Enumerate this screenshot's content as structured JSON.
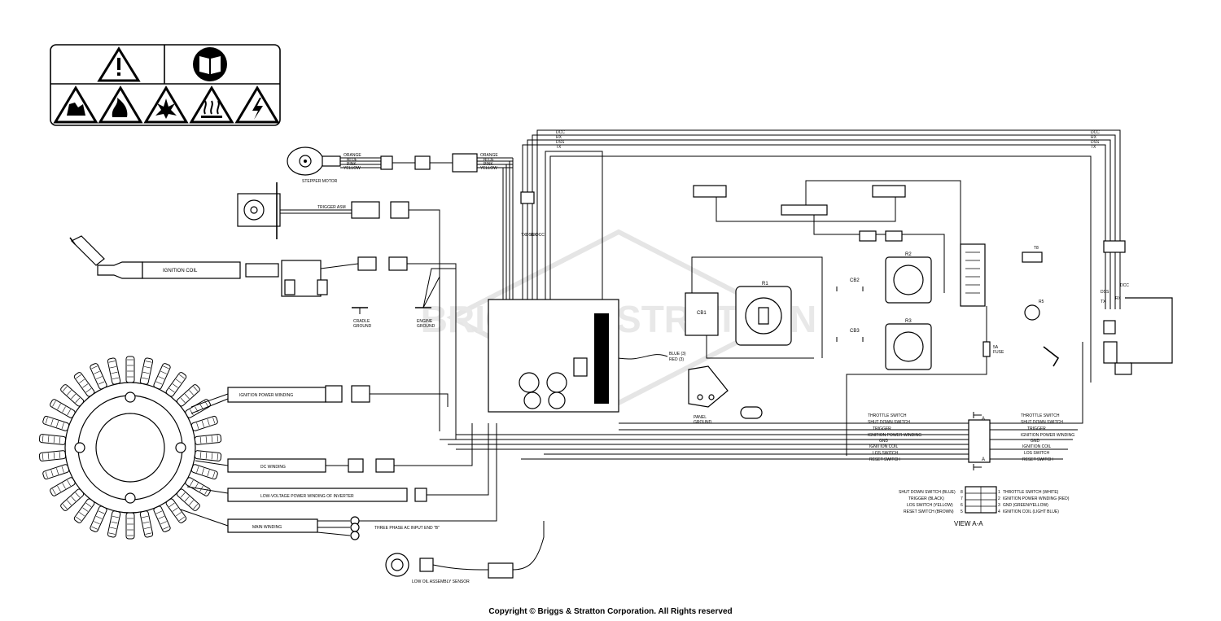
{
  "watermark": "BRIGGS & STRATTON",
  "copyright": "Copyright © Briggs & Stratton Corporation. All Rights reserved",
  "bus_top_left": [
    "DCC",
    "RX",
    "DSS",
    "TX"
  ],
  "bus_top_right": [
    "DCC",
    "RX",
    "DSS",
    "TX"
  ],
  "bus_vertical_left": [
    "TX",
    "DSS",
    "RX",
    "DCC"
  ],
  "bus_vertical_right": [
    "DSS",
    "DCC",
    "TX",
    "RX"
  ],
  "stepper_wires_left": [
    "ORANGE",
    "BLUE",
    "PINK",
    "YELLOW"
  ],
  "stepper_wires_right": [
    "ORANGE",
    "BLUE",
    "PINK",
    "YELLOW"
  ],
  "components": {
    "stepper_motor": "STEPPER MOTOR",
    "trigger_asm": "TRIGGER ASM",
    "ignition_coil": "IGNITION COIL",
    "cradle_ground": [
      "CRADLE",
      "GROUND"
    ],
    "engine_ground": [
      "ENGINE",
      "GROUND"
    ],
    "ignition_power_winding": "IGNITION POWER WINDING",
    "dc_winding": "DC WINDING",
    "low_voltage_winding": "LOW-VOLTAGE POWER WINDING OF INVERTER",
    "main_winding": "MAIN WINDING",
    "three_phase": "THREE PHASE AC INPUT END \"B\"",
    "low_oil_sensor": "LOW OIL ASSEMBLY SENSOR",
    "panel_ground": [
      "PANEL",
      "GROUND"
    ],
    "blue": "BLUE (3)",
    "red": "RED (3)",
    "cb1": "CB1",
    "cb2": "CB2",
    "cb3": "CB3",
    "r1": "R1",
    "r2": "R2",
    "r3": "R3",
    "r5": "R5",
    "t8": "T8",
    "fuse": [
      "5A",
      "FUSE"
    ]
  },
  "switch_labels_left": [
    "THROTTLE SWITCH",
    "SHUT DOWN SWITCH",
    "TRIGGER",
    "IGNITION POWER WINDING",
    "GND",
    "IGNITION COIL",
    "LOS SWITCH",
    "RESET SWITCH"
  ],
  "switch_labels_right": [
    "THROTTLE SWITCH",
    "SHUT DOWN SWITCH",
    "TRIGGER",
    "IGNITION POWER WINDING",
    "GND",
    "IGNITION COIL",
    "LOS SWITCH",
    "RESET SWITCH"
  ],
  "section_markers": [
    "A",
    "A"
  ],
  "view_left": [
    "SHUT DOWN SWITCH (BLUE)",
    "TRIGGER (BLACK)",
    "LOS SWITCH (YELLOW)",
    "RESET SWITCH (BROWN)"
  ],
  "view_right": [
    "THROTTLE SWITCH (WHITE)",
    "IGNITION POWER WINDING (RED)",
    "GND (GREEN/YELLOW)",
    "IGNITION COIL (LIGHT BLUE)"
  ],
  "view_pins_left": [
    "8",
    "7",
    "6",
    "5"
  ],
  "view_pins_right": [
    "1",
    "2",
    "3",
    "4"
  ],
  "view_title": "VIEW A-A"
}
